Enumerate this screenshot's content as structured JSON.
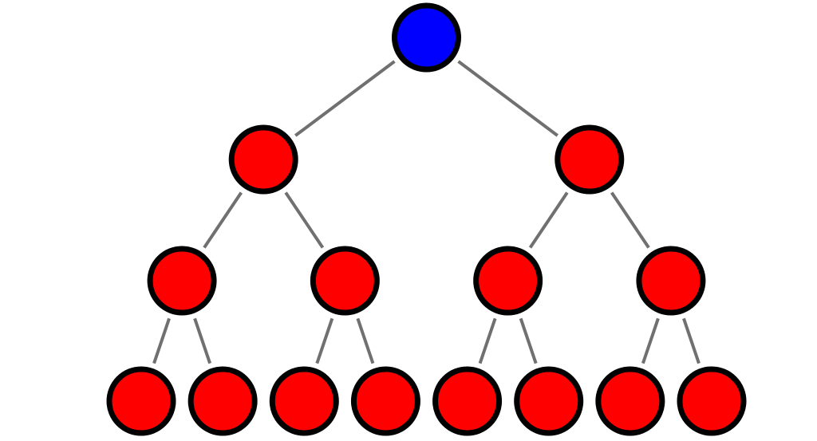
{
  "diagram": {
    "type": "binary-tree",
    "colors": {
      "root": "#0000ff",
      "node": "#ff0000",
      "outline": "#000000",
      "edge": "#707070"
    },
    "nodes": [
      {
        "id": "n0",
        "level": 0,
        "role": "root"
      },
      {
        "id": "n1",
        "level": 1,
        "parent": "n0"
      },
      {
        "id": "n2",
        "level": 1,
        "parent": "n0"
      },
      {
        "id": "n3",
        "level": 2,
        "parent": "n1"
      },
      {
        "id": "n4",
        "level": 2,
        "parent": "n1"
      },
      {
        "id": "n5",
        "level": 2,
        "parent": "n2"
      },
      {
        "id": "n6",
        "level": 2,
        "parent": "n2"
      },
      {
        "id": "n7",
        "level": 3,
        "parent": "n3"
      },
      {
        "id": "n8",
        "level": 3,
        "parent": "n3"
      },
      {
        "id": "n9",
        "level": 3,
        "parent": "n4"
      },
      {
        "id": "n10",
        "level": 3,
        "parent": "n4"
      },
      {
        "id": "n11",
        "level": 3,
        "parent": "n5"
      },
      {
        "id": "n12",
        "level": 3,
        "parent": "n5"
      },
      {
        "id": "n13",
        "level": 3,
        "parent": "n6"
      },
      {
        "id": "n14",
        "level": 3,
        "parent": "n6"
      }
    ]
  }
}
